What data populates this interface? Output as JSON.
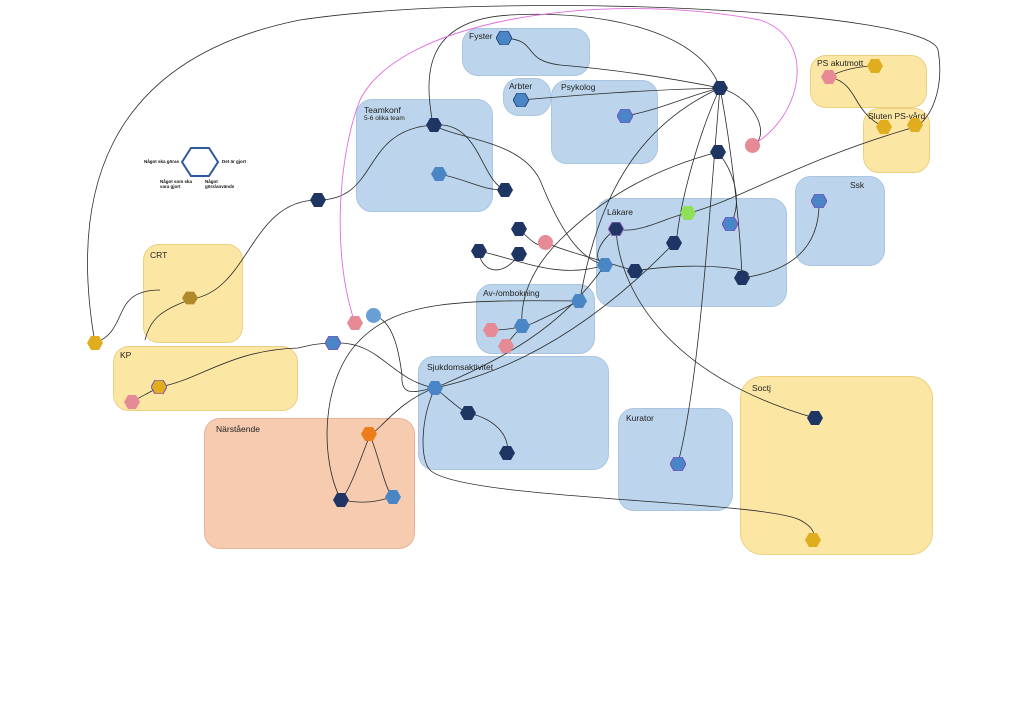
{
  "colors": {
    "navy": "#1f3664",
    "blue": "#4a86c5",
    "gold": "#e0ad1f",
    "pink": "#e68a96",
    "lime": "#8ee05a",
    "orange": "#ed7d1a",
    "olive": "#b08a2a",
    "magenta_link": "#e06ae0",
    "edge": "#2a2a2a"
  },
  "regions": {
    "fyster": "Fyster",
    "arbter": "Arbter",
    "psykolog": "Psykolog",
    "teamkonf": "Teamkonf",
    "teamkonf_sub": "5-6 olika team",
    "ps_akutmott": "PS akutmott",
    "sluten_ps": "Sluten PS-vård",
    "ssk": "Ssk",
    "lakare": "Läkare",
    "crt": "CRT",
    "av_ombokning": "Av-/ombokning",
    "kp": "KP",
    "sjukdomsaktivitet": "Sjukdomsaktivitet",
    "narstaende": "Närstående",
    "kurator": "Kurator",
    "soctj": "Soctj"
  },
  "legend": {
    "left": "Något ska göras",
    "right": "Det är gjort",
    "bottom_left": "Något som ska vara gjort",
    "bottom_right": "Något görs/används"
  }
}
